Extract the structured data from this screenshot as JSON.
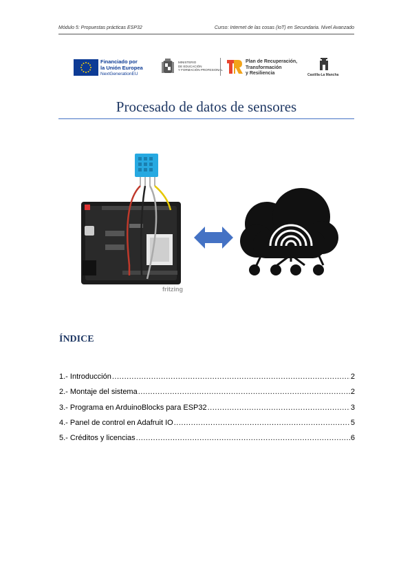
{
  "header": {
    "left": "Módulo 5: Propuestas prácticas ESP32",
    "right": "Curso: Internet de las cosas (IoT) en Secundaria. Nivel Avanzado"
  },
  "logos": {
    "eu_line1": "Financiado por",
    "eu_line2": "la Unión Europea",
    "eu_line3": "NextGenerationEU",
    "ministry_line1": "MINISTERIO",
    "ministry_line2": "DE EDUCACIÓN",
    "ministry_line3": "Y FORMACIÓN PROFESIONAL",
    "prtr_line1": "Plan de Recuperación,",
    "prtr_line2": "Transformación",
    "prtr_line3": "y Resiliencia",
    "clm": "Castilla-La Mancha"
  },
  "title": "Procesado de datos de sensores",
  "illustration": {
    "fritzing_label": "fritzing"
  },
  "index_heading": "ÍNDICE",
  "toc": [
    {
      "title": "1.- Introducción",
      "page": "2"
    },
    {
      "title": "2.- Montaje del sistema",
      "page": "2"
    },
    {
      "title": "3.- Programa en ArduinoBlocks para ESP32",
      "page": "3"
    },
    {
      "title": "4.- Panel de control en Adafruit IO",
      "page": "5"
    },
    {
      "title": "5.- Créditos y licencias",
      "page": "6"
    }
  ],
  "colors": {
    "title": "#1f3864",
    "rule": "#4472c4",
    "eu_blue": "#0d3b95",
    "arrow": "#4472c4"
  }
}
